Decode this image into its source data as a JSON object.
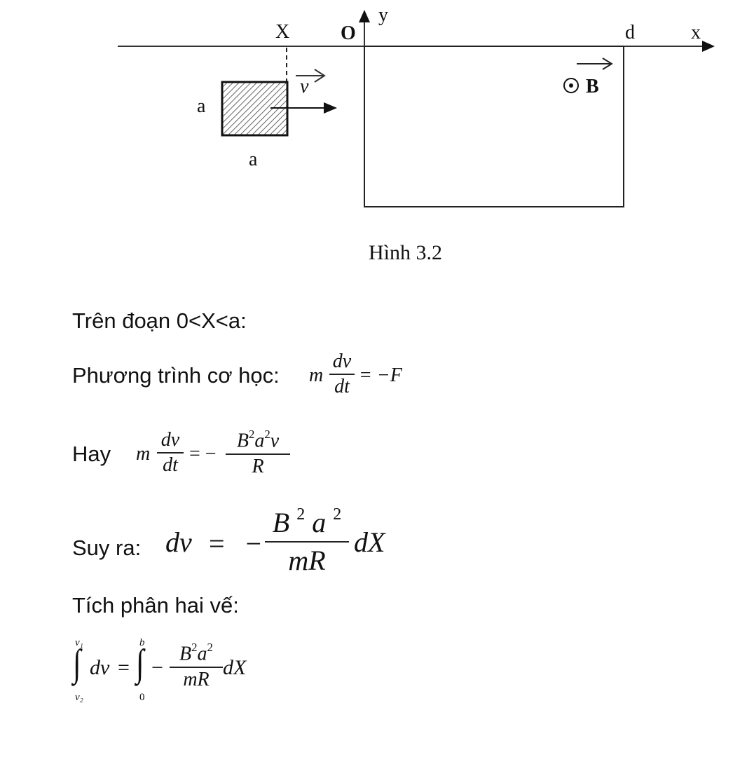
{
  "figure": {
    "labels": {
      "X": "X",
      "O": "O",
      "y": "y",
      "d": "d",
      "x": "x",
      "a_side": "a",
      "a_bottom": "a",
      "v": "v",
      "B": "B"
    },
    "icons": {
      "field_out_of_page": "circle-dot-icon",
      "vector_arrow": "right-arrow-icon"
    },
    "caption": "Hình 3.2"
  },
  "text": {
    "line1": "Trên đoạn 0<X<a:",
    "line2_label": "Phương trình cơ học:",
    "line3_label": "Hay",
    "line4_label": "Suy ra:",
    "line5": "Tích phân hai vế:"
  },
  "equations": {
    "eq1": {
      "prefix": "m",
      "num": "dv",
      "den": "dt",
      "rhs": "= −F"
    },
    "eq2": {
      "prefix": "m",
      "num": "dv",
      "den": "dt",
      "equals": "= −",
      "rhs_num_B": "B",
      "rhs_num_a": "a",
      "rhs_num_v": "v",
      "exp": "2",
      "rhs_den": "R"
    },
    "eq3": {
      "lhs": "dv",
      "equals": "= −",
      "num_B": "B",
      "num_a": "a",
      "exp": "2",
      "den": "mR",
      "suffix": "dX"
    },
    "eq4": {
      "int1_upper": "v₁",
      "int1_lower": "v₂",
      "int_sign": "∫",
      "integrand1": "dv",
      "equals": "=",
      "int2_upper": "b",
      "int2_lower": "0",
      "minus": "−",
      "num_B": "B",
      "num_a": "a",
      "exp": "2",
      "den": "mR",
      "suffix": "dX"
    }
  },
  "colors": {
    "ink": "#111111",
    "background": "#ffffff"
  }
}
